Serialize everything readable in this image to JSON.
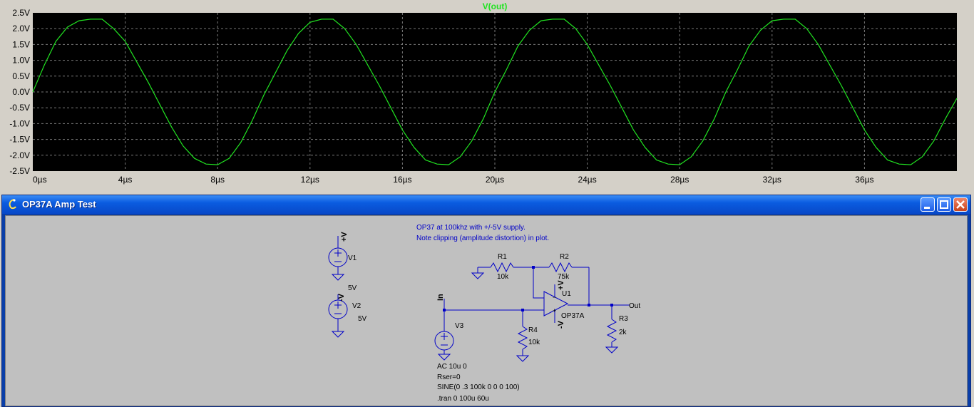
{
  "plot": {
    "title": "V(out)",
    "bg_color": "#000000",
    "trace_color": "#21e321",
    "grid_color": "#7a7a7a",
    "axis_label_color": "#ffffff"
  },
  "chart_data": {
    "type": "line",
    "title": "V(out)",
    "xlabel": "",
    "ylabel": "",
    "x_unit": "µs",
    "y_unit": "V",
    "xlim": [
      0,
      40
    ],
    "ylim": [
      -2.5,
      2.5
    ],
    "x_ticks": [
      "0µs",
      "4µs",
      "8µs",
      "12µs",
      "16µs",
      "20µs",
      "24µs",
      "28µs",
      "32µs",
      "36µs"
    ],
    "y_ticks": [
      "2.5V",
      "2.0V",
      "1.5V",
      "1.0V",
      "0.5V",
      "0.0V",
      "-0.5V",
      "-1.0V",
      "-1.5V",
      "-2.0V",
      "-2.5V"
    ],
    "grid": true,
    "series": [
      {
        "name": "V(out)",
        "x": [
          0,
          0.5,
          1,
          1.5,
          2,
          2.5,
          3,
          3.5,
          4,
          4.5,
          5,
          5.5,
          6,
          6.5,
          7,
          7.5,
          8,
          8.5,
          9,
          9.5,
          10,
          10.5,
          11,
          11.5,
          12,
          12.5,
          13,
          13.5,
          14,
          14.5,
          15,
          15.5,
          16,
          16.5,
          17,
          17.5,
          18,
          18.5,
          19,
          19.5,
          20,
          20.5,
          21,
          21.5,
          22,
          22.5,
          23,
          23.5,
          24,
          24.5,
          25,
          25.5,
          26,
          26.5,
          27,
          27.5,
          28,
          28.5,
          29,
          29.5,
          30,
          30.5,
          31,
          31.5,
          32,
          32.5,
          33,
          33.5,
          34,
          34.5,
          35,
          35.5,
          36,
          36.5,
          37,
          37.5,
          38,
          38.5,
          39,
          39.5,
          40
        ],
        "y": [
          0,
          0.85,
          1.6,
          2.05,
          2.25,
          2.3,
          2.3,
          2.0,
          1.6,
          0.95,
          0.3,
          -0.4,
          -1.1,
          -1.7,
          -2.1,
          -2.28,
          -2.3,
          -2.1,
          -1.6,
          -0.9,
          -0.1,
          0.6,
          1.3,
          1.85,
          2.2,
          2.3,
          2.3,
          2.0,
          1.5,
          0.85,
          0.2,
          -0.5,
          -1.2,
          -1.75,
          -2.15,
          -2.28,
          -2.3,
          -2.05,
          -1.55,
          -0.85,
          0,
          0.7,
          1.45,
          1.95,
          2.25,
          2.3,
          2.3,
          2.0,
          1.5,
          0.85,
          0.2,
          -0.5,
          -1.2,
          -1.75,
          -2.15,
          -2.28,
          -2.3,
          -2.05,
          -1.55,
          -0.85,
          0,
          0.7,
          1.45,
          1.95,
          2.25,
          2.3,
          2.3,
          2.0,
          1.5,
          0.85,
          0.2,
          -0.5,
          -1.2,
          -1.75,
          -2.15,
          -2.28,
          -2.3,
          -2.05,
          -1.55,
          -0.85,
          -0.2
        ]
      }
    ]
  },
  "schematic_window": {
    "title": "OP37A Amp Test",
    "wire_color": "#0000c8",
    "note_line1": "OP37 at 100khz with +/-5V supply.",
    "note_line2": "Note clipping (amplitude distortion) in plot.",
    "v1": {
      "name": "V1",
      "value": "5V",
      "net": "+V"
    },
    "v2": {
      "name": "V2",
      "value": "5V",
      "net": "-V"
    },
    "v3": {
      "name": "V3",
      "net": "In",
      "ac": "AC 10u 0",
      "rser": "Rser=0",
      "sine": "SINE(0 .3 100k 0 0 0 100)",
      "tran": ".tran 0 100u 60u"
    },
    "r1": {
      "name": "R1",
      "value": "10k"
    },
    "r2": {
      "name": "R2",
      "value": "75k"
    },
    "r3": {
      "name": "R3",
      "value": "2k"
    },
    "r4": {
      "name": "R4",
      "value": "10k"
    },
    "u1": {
      "name": "U1",
      "model": "OP37A",
      "pos_supply": "+V",
      "neg_supply": "-V"
    },
    "out_label": "Out"
  }
}
